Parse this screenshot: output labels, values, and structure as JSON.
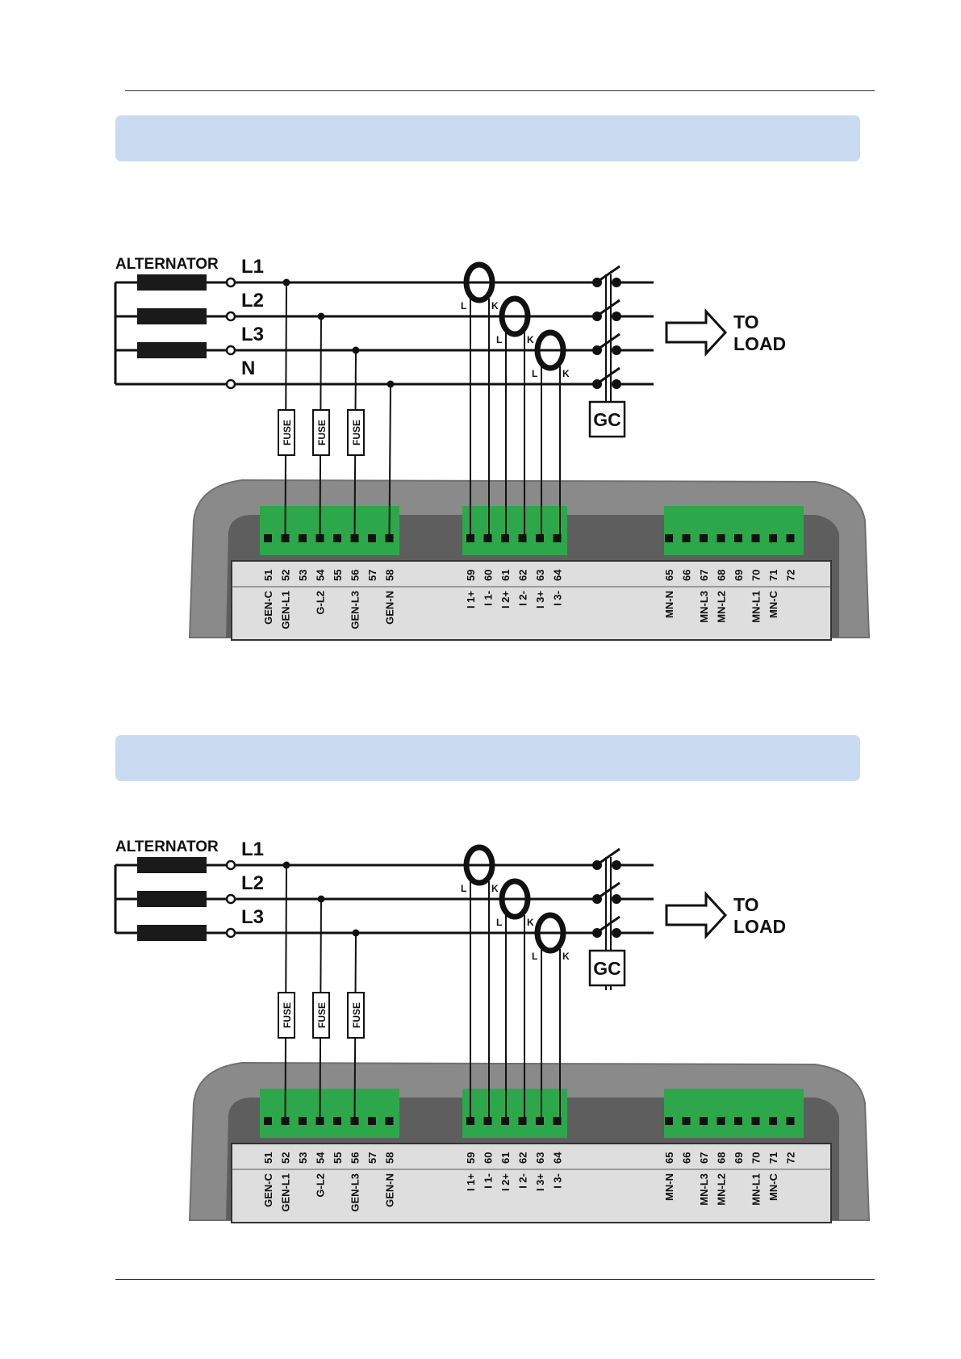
{
  "diagrams": [
    {
      "alternator_label": "ALTERNATOR",
      "lines": [
        "L1",
        "L2",
        "L3",
        "N"
      ],
      "fuse_label": "FUSE",
      "ct_marks": [
        "L",
        "K"
      ],
      "ct_count": 3,
      "contactor_label": "GC",
      "load_label": [
        "TO",
        "LOAD"
      ],
      "terminal_numbers": [
        "51",
        "52",
        "53",
        "54",
        "55",
        "56",
        "57",
        "58",
        "59",
        "60",
        "61",
        "62",
        "63",
        "64",
        "65",
        "66",
        "67",
        "68",
        "69",
        "70",
        "71",
        "72"
      ],
      "terminal_names": [
        "GEN-C",
        "GEN-L1",
        "",
        "G-L2",
        "",
        "GEN-L3",
        "",
        "GEN-N",
        "I 1+",
        "I 1-",
        "I 2+",
        "I 2-",
        "I 3+",
        "I 3-",
        "MN-N",
        "",
        "MN-L3",
        "MN-L2",
        "",
        "MN-L1",
        "MN-C",
        ""
      ]
    },
    {
      "alternator_label": "ALTERNATOR",
      "lines": [
        "L1",
        "L2",
        "L3"
      ],
      "fuse_label": "FUSE",
      "ct_marks": [
        "L",
        "K"
      ],
      "ct_count": 3,
      "contactor_label": "GC",
      "load_label": [
        "TO",
        "LOAD"
      ],
      "terminal_numbers": [
        "51",
        "52",
        "53",
        "54",
        "55",
        "56",
        "57",
        "58",
        "59",
        "60",
        "61",
        "62",
        "63",
        "64",
        "65",
        "66",
        "67",
        "68",
        "69",
        "70",
        "71",
        "72"
      ],
      "terminal_names": [
        "GEN-C",
        "GEN-L1",
        "",
        "G-L2",
        "",
        "GEN-L3",
        "",
        "GEN-N",
        "I 1+",
        "I 1-",
        "I 2+",
        "I 2-",
        "I 3+",
        "I 3-",
        "MN-N",
        "",
        "MN-L3",
        "MN-L2",
        "",
        "MN-L1",
        "MN-C",
        ""
      ]
    }
  ],
  "colors": {
    "band": "#c9dbf1",
    "terminal_green": "#2ca84a",
    "case_outer": "#8a8a8a",
    "case_inner": "#5e5e5e",
    "label_panel": "#dedede"
  }
}
